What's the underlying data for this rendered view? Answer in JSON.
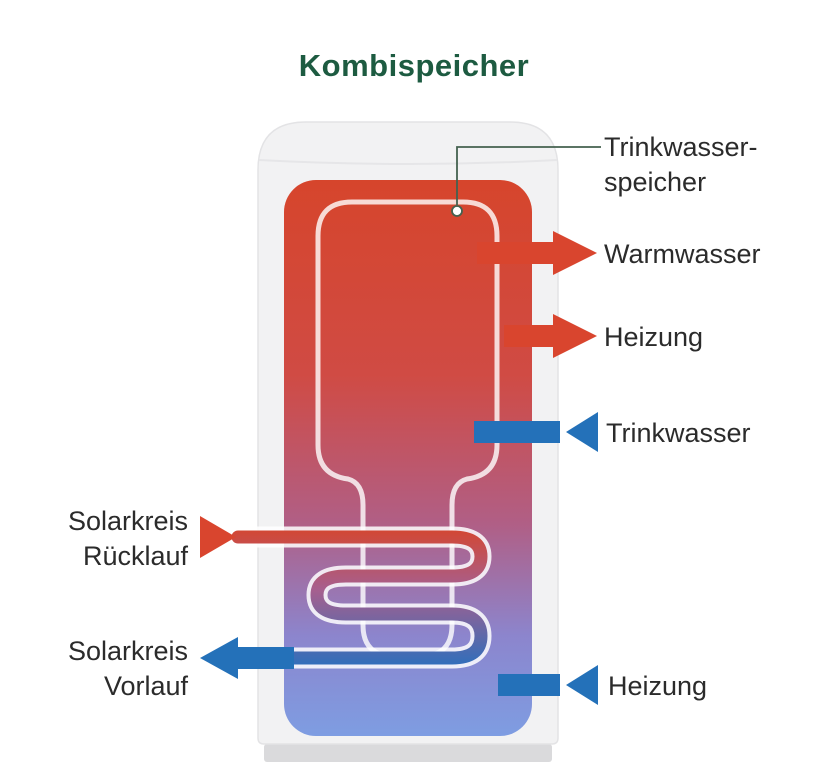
{
  "title": "Kombispeicher",
  "labels": {
    "trinkwasserspeicher": {
      "line1": "Trinkwasser-",
      "line2": "speicher"
    },
    "warmwasser": "Warmwasser",
    "heizung_top": "Heizung",
    "trinkwasser": "Trinkwasser",
    "solarkreis_ruecklauf": {
      "line1": "Solarkreis",
      "line2": "Rücklauf"
    },
    "solarkreis_vorlauf": {
      "line1": "Solarkreis",
      "line2": "Vorlauf"
    },
    "heizung_bottom": "Heizung"
  },
  "colors": {
    "title_green": "#1d5b41",
    "label_text": "#2b2b2b",
    "hot_red": "#d9452e",
    "cold_blue": "#2471b9",
    "gradient_top": "#d6452c",
    "gradient_mid": "#b05f86",
    "gradient_bottom": "#7e9de2",
    "coil_top": "#d6452c",
    "coil_bottom": "#2d6fbc",
    "tank_shell": "#f2f2f3",
    "pointer_line": "#44614f"
  }
}
